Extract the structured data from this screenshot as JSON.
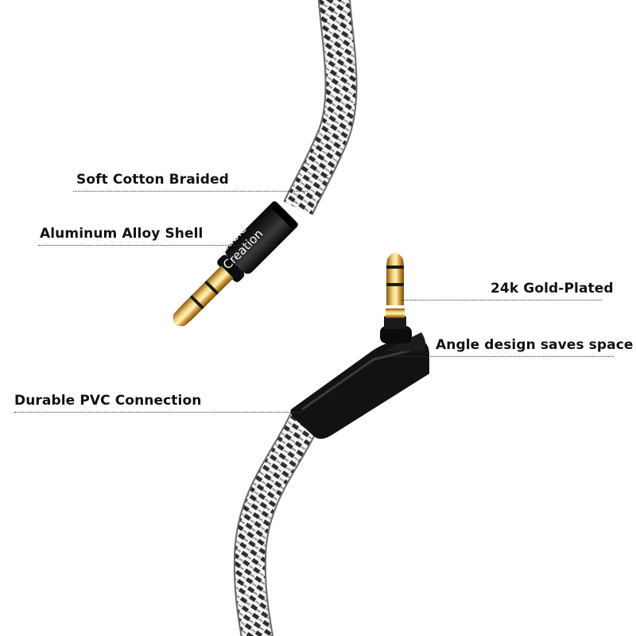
{
  "brand": {
    "line1": "Cable",
    "line2": "Creation"
  },
  "callouts": {
    "soft_cotton": "Soft Cotton Braided",
    "aluminum_shell": "Aluminum Alloy Shell",
    "gold_plated": "24k Gold-Plated",
    "angle_design": "Angle design saves space",
    "durable_pvc": "Durable PVC Connection"
  },
  "colors": {
    "background": "#ffffff",
    "braid_dark": "#2e2e2e",
    "braid_light": "#f4f4f4",
    "shell": "#141414",
    "gold": "#c9952f",
    "text": "#111111"
  },
  "icons": [
    "straight-3.5mm-plug",
    "right-angle-3.5mm-plug",
    "braided-cable"
  ]
}
